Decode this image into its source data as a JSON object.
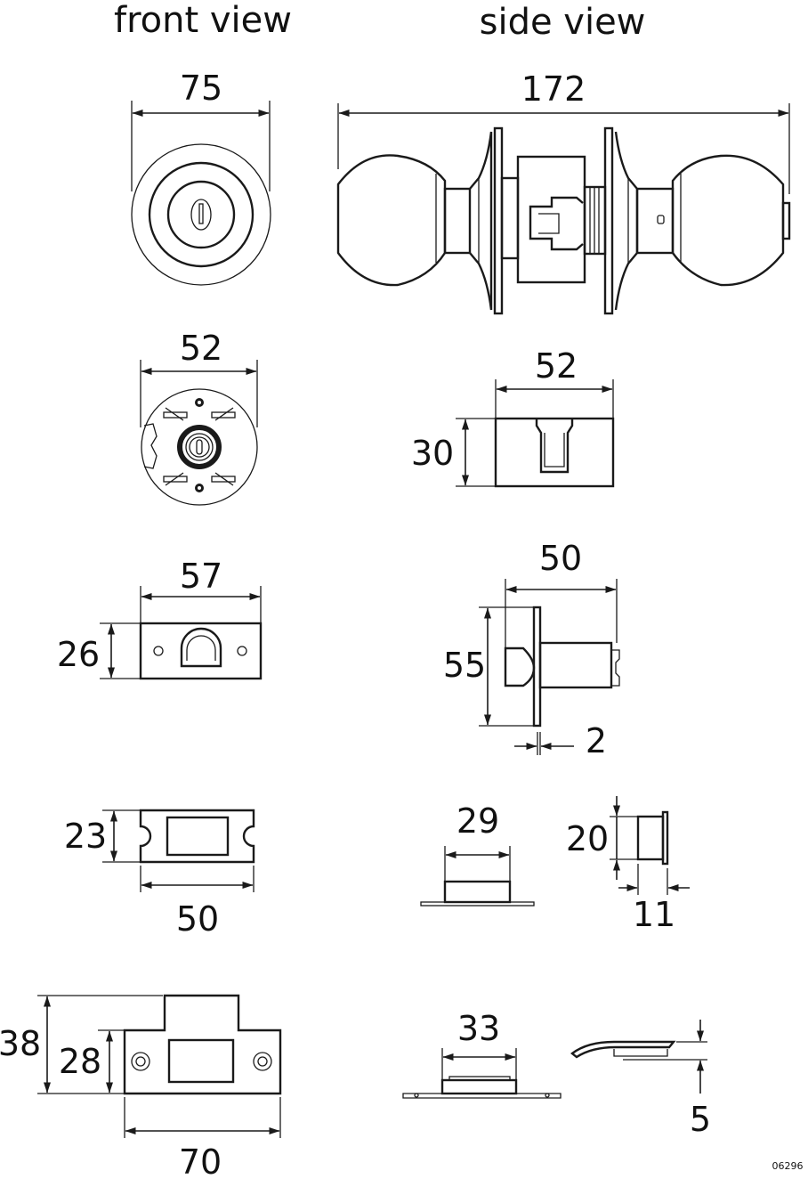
{
  "titles": {
    "front": "front view",
    "side": "side view"
  },
  "knob": {
    "front_diameter": "75",
    "side_length": "172"
  },
  "rose": {
    "front_diameter": "52",
    "side_width": "52",
    "side_height": "30"
  },
  "faceplate": {
    "width": "57",
    "height": "26"
  },
  "latch": {
    "backset": "50",
    "plate_height": "55",
    "plate_thickness": "2"
  },
  "strike_small": {
    "height": "23",
    "width": "50",
    "side_width": "29",
    "depth_height": "20",
    "depth_width": "11"
  },
  "strike_large": {
    "height": "38",
    "inner_height": "28",
    "width": "70",
    "side_width": "33",
    "lip": "5"
  },
  "drawing_code": "06296"
}
